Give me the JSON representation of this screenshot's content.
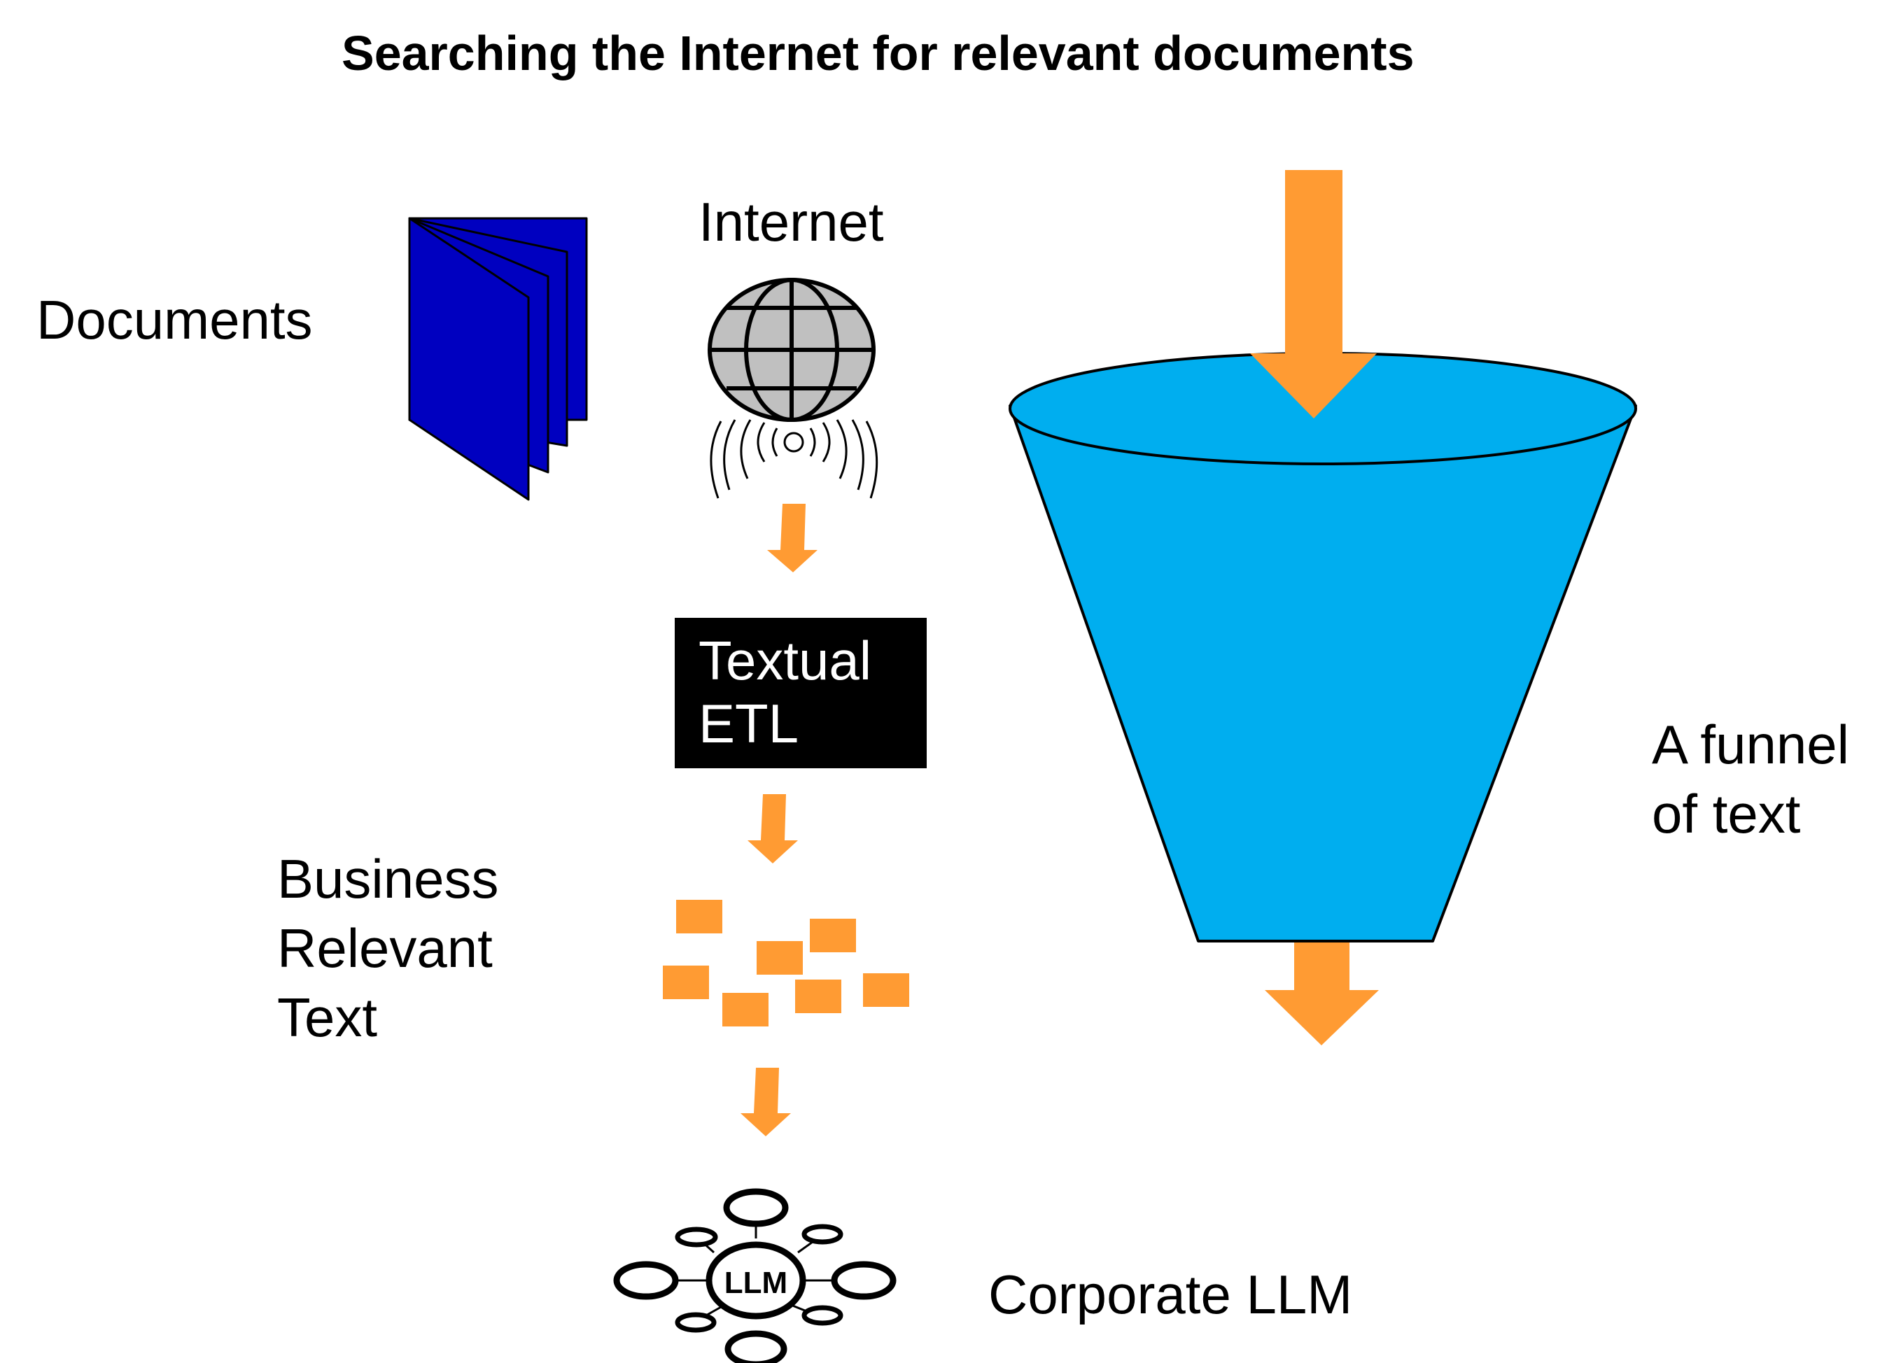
{
  "title": "Searching the Internet for relevant documents",
  "labels": {
    "documents": "Documents",
    "internet": "Internet",
    "textual_etl": [
      "Textual",
      "ETL"
    ],
    "business_relevant_text": [
      "Business",
      "Relevant",
      "Text"
    ],
    "funnel": [
      "A funnel",
      "of text"
    ],
    "corporate_llm": "Corporate LLM",
    "llm_node": "LLM"
  },
  "icons": {
    "documents": "book-icon",
    "internet": "globe-broadcast-icon",
    "text_fragments": "text-blocks-icon",
    "llm": "network-hub-icon",
    "funnel": "funnel-icon"
  },
  "colors": {
    "arrow": "#FF9B33",
    "funnel": "#00AEEF",
    "book": "#0000C0",
    "globe": "#C0C0C0",
    "etl_box": "#000000",
    "etl_text": "#FFFFFF"
  }
}
